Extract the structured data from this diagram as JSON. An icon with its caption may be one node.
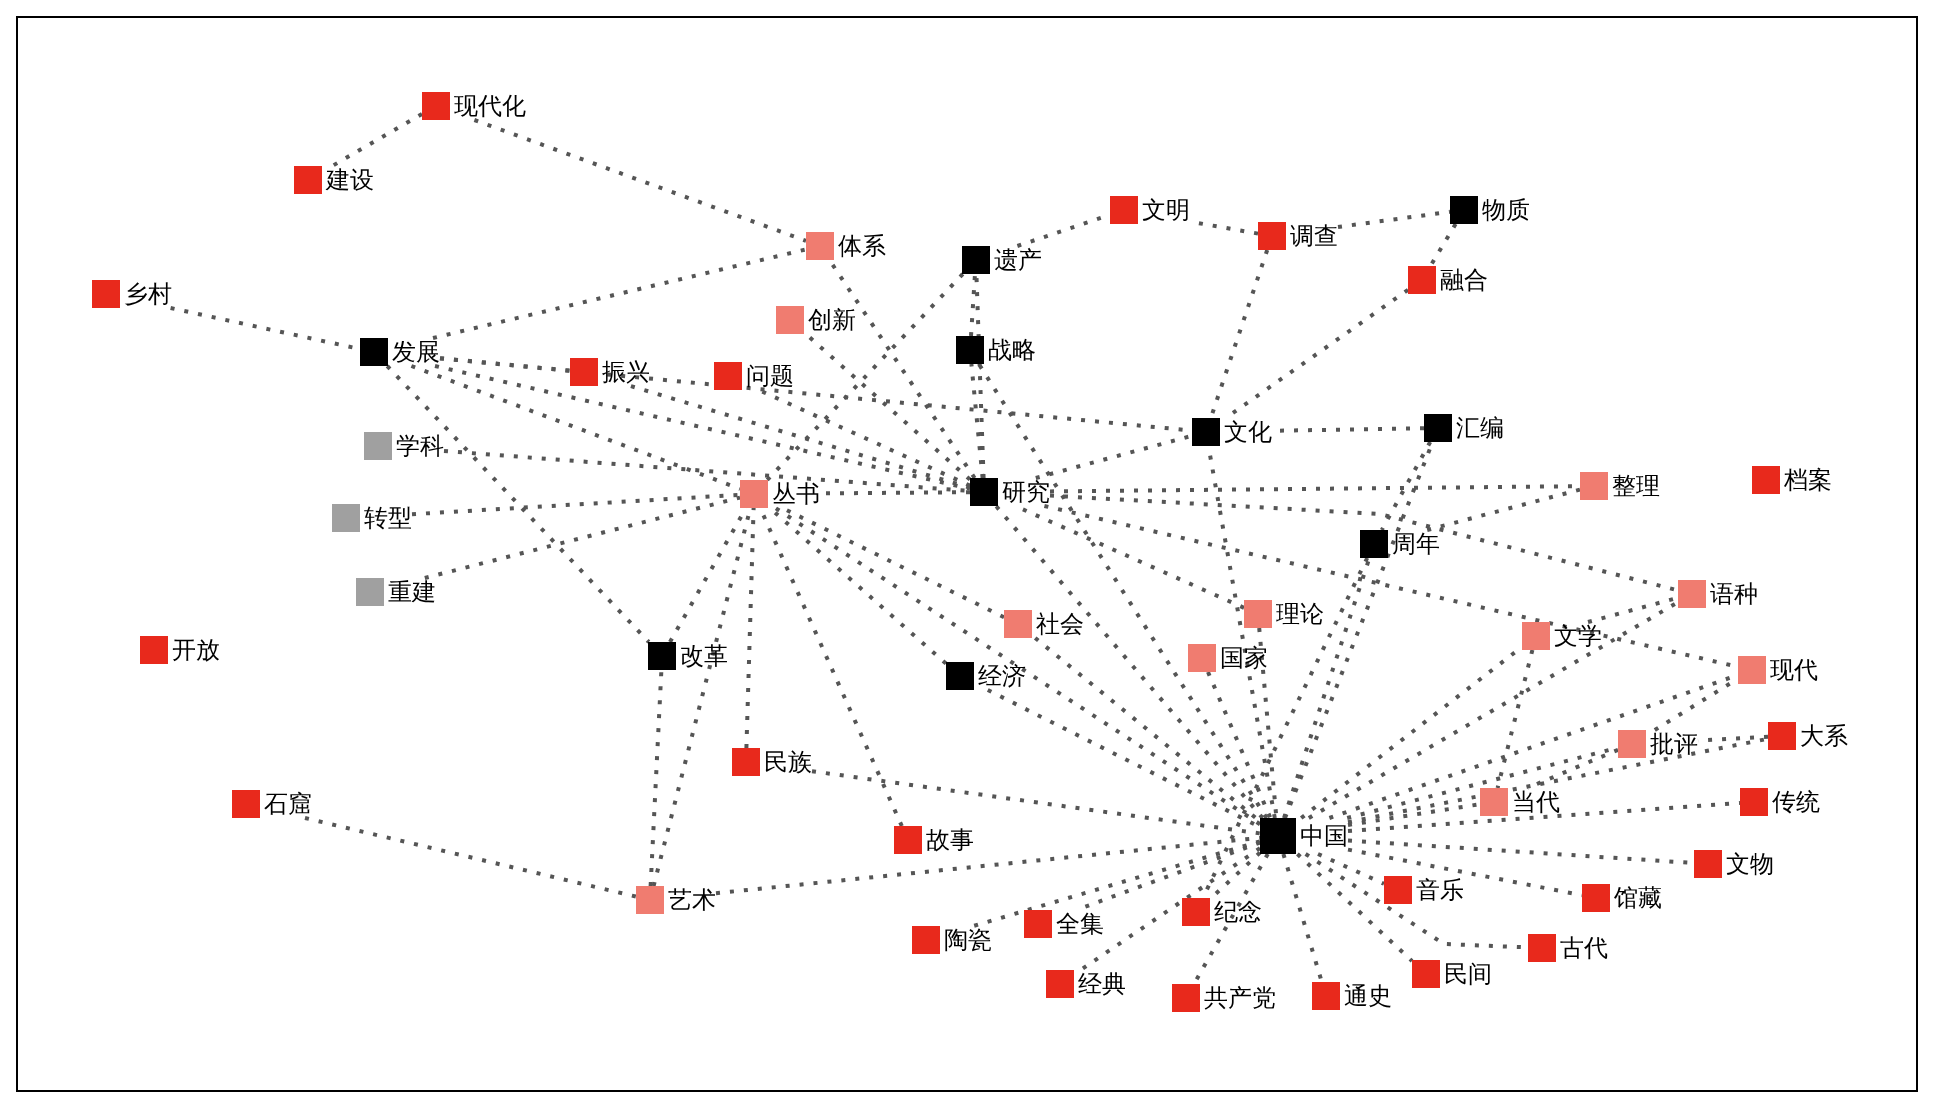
{
  "diagram": {
    "nodes": [
      {
        "text": [
          "现代化"
        ]
      },
      {
        "text": [
          "建设"
        ]
      },
      {
        "text": [
          "乡村"
        ]
      },
      {
        "text": [
          "发展"
        ]
      },
      {
        "text": [
          "体系"
        ]
      },
      {
        "text": [
          "遗产"
        ]
      },
      {
        "text": [
          "文明"
        ]
      },
      {
        "text": [
          "调查"
        ]
      },
      {
        "text": [
          "物质"
        ]
      },
      {
        "text": [
          "融合"
        ]
      },
      {
        "text": [
          "创新"
        ]
      },
      {
        "text": [
          "战略"
        ]
      },
      {
        "text": [
          "振兴"
        ]
      },
      {
        "text": [
          "问题"
        ]
      },
      {
        "text": [
          "学科"
        ]
      },
      {
        "text": [
          "文化"
        ]
      },
      {
        "text": [
          "汇编"
        ]
      },
      {
        "text": [
          "丛书"
        ]
      },
      {
        "text": [
          "研究"
        ]
      },
      {
        "text": [
          "整理"
        ]
      },
      {
        "text": [
          "档案"
        ]
      },
      {
        "text": [
          "转型"
        ]
      },
      {
        "text": [
          "周年"
        ]
      },
      {
        "text": [
          "重建"
        ]
      },
      {
        "text": [
          "语种"
        ]
      },
      {
        "text": [
          "开放"
        ]
      },
      {
        "text": [
          "改革"
        ]
      },
      {
        "text": [
          "社会"
        ]
      },
      {
        "text": [
          "理论"
        ]
      },
      {
        "text": [
          "国家"
        ]
      },
      {
        "text": [
          "文学"
        ]
      },
      {
        "text": [
          "经济"
        ]
      },
      {
        "text": [
          "现代"
        ]
      },
      {
        "text": [
          "民族"
        ]
      },
      {
        "text": [
          "批评"
        ]
      },
      {
        "text": [
          "大系"
        ]
      },
      {
        "text": [
          "石窟"
        ]
      },
      {
        "text": [
          "当代"
        ]
      },
      {
        "text": [
          "传统"
        ]
      },
      {
        "text": [
          "中国"
        ]
      },
      {
        "text": [
          "故事"
        ]
      },
      {
        "text": [
          "文物"
        ]
      },
      {
        "text": [
          "艺术"
        ]
      },
      {
        "text": [
          "音乐"
        ]
      },
      {
        "text": [
          "馆藏"
        ]
      },
      {
        "text": [
          "纪念"
        ]
      },
      {
        "text": [
          "全集"
        ]
      },
      {
        "text": [
          "陶瓷"
        ]
      },
      {
        "text": [
          "古代"
        ]
      },
      {
        "text": [
          "民间"
        ]
      },
      {
        "text": [
          "经典"
        ]
      },
      {
        "text": [
          "共产党"
        ]
      },
      {
        "text": [
          "通史"
        ]
      }
    ],
    "edges": [
      {
        "from": 0,
        "to": 1,
        "arrow": "none"
      },
      {
        "from": 0,
        "to": 4,
        "arrow": "none"
      },
      {
        "from": 2,
        "to": 3,
        "arrow": "none"
      },
      {
        "from": 3,
        "to": 4,
        "arrow": "none"
      },
      {
        "from": 3,
        "to": 17,
        "arrow": "none"
      },
      {
        "from": 3,
        "to": 18,
        "arrow": "none"
      },
      {
        "from": 3,
        "to": 15,
        "arrow": "none"
      },
      {
        "from": 3,
        "to": 26,
        "arrow": "none"
      },
      {
        "from": 3,
        "to": 12,
        "arrow": "none"
      },
      {
        "from": 14,
        "to": 18,
        "arrow": "none"
      },
      {
        "from": 21,
        "to": 17,
        "arrow": "none"
      },
      {
        "from": 23,
        "to": 17,
        "arrow": "none"
      },
      {
        "from": 36,
        "to": 42,
        "arrow": "none"
      },
      {
        "from": 42,
        "to": 26,
        "arrow": "none"
      },
      {
        "from": 42,
        "to": 39,
        "arrow": "none"
      },
      {
        "from": 42,
        "to": 17,
        "arrow": "none"
      },
      {
        "from": 33,
        "to": 17,
        "arrow": "none"
      },
      {
        "from": 33,
        "to": 39,
        "arrow": "none"
      },
      {
        "from": 40,
        "to": 17,
        "arrow": "none"
      },
      {
        "from": 26,
        "to": 17,
        "arrow": "none"
      },
      {
        "from": 31,
        "to": 17,
        "arrow": "none"
      },
      {
        "from": 31,
        "to": 39,
        "arrow": "none"
      },
      {
        "from": 27,
        "to": 17,
        "arrow": "none"
      },
      {
        "from": 27,
        "to": 39,
        "arrow": "none"
      },
      {
        "from": 29,
        "to": 39,
        "arrow": "none"
      },
      {
        "from": 28,
        "to": 39,
        "arrow": "none"
      },
      {
        "from": 28,
        "to": 18,
        "arrow": "none"
      },
      {
        "from": 39,
        "to": 18,
        "arrow": "none"
      },
      {
        "from": 39,
        "to": 17,
        "arrow": "none"
      },
      {
        "from": 39,
        "to": 15,
        "arrow": "none"
      },
      {
        "from": 39,
        "to": 22,
        "arrow": "none"
      },
      {
        "from": 39,
        "to": 16,
        "arrow": "none"
      },
      {
        "from": 39,
        "to": 30,
        "arrow": "none"
      },
      {
        "from": 39,
        "to": 37,
        "arrow": "none"
      },
      {
        "from": 39,
        "to": 34,
        "arrow": "none"
      },
      {
        "from": 39,
        "to": 32,
        "arrow": "none"
      },
      {
        "from": 39,
        "to": 38,
        "arrow": "none"
      },
      {
        "from": 39,
        "to": 41,
        "arrow": "none"
      },
      {
        "from": 39,
        "to": 43,
        "arrow": "none"
      },
      {
        "from": 39,
        "to": 44,
        "arrow": "none"
      },
      {
        "from": 39,
        "to": 48,
        "arrow": "none"
      },
      {
        "from": 39,
        "to": 49,
        "arrow": "none"
      },
      {
        "from": 39,
        "to": 52,
        "arrow": "none"
      },
      {
        "from": 39,
        "to": 51,
        "arrow": "none"
      },
      {
        "from": 39,
        "to": 45,
        "arrow": "none"
      },
      {
        "from": 39,
        "to": 46,
        "arrow": "none"
      },
      {
        "from": 39,
        "to": 47,
        "arrow": "none"
      },
      {
        "from": 39,
        "to": 50,
        "arrow": "none"
      },
      {
        "from": 39,
        "to": 35,
        "arrow": "none"
      },
      {
        "from": 39,
        "to": 24,
        "arrow": "none"
      },
      {
        "from": 39,
        "to": 11,
        "arrow": "none"
      },
      {
        "from": 18,
        "to": 5,
        "arrow": "none"
      },
      {
        "from": 18,
        "to": 11,
        "arrow": "none"
      },
      {
        "from": 18,
        "to": 15,
        "arrow": "none"
      },
      {
        "from": 18,
        "to": 17,
        "arrow": "none"
      },
      {
        "from": 18,
        "to": 10,
        "arrow": "none"
      },
      {
        "from": 18,
        "to": 13,
        "arrow": "none"
      },
      {
        "from": 18,
        "to": 4,
        "arrow": "none"
      },
      {
        "from": 18,
        "to": 12,
        "arrow": "none"
      },
      {
        "from": 18,
        "to": 24,
        "arrow": "none"
      },
      {
        "from": 18,
        "to": 32,
        "arrow": "none"
      },
      {
        "from": 18,
        "to": 19,
        "arrow": "none"
      },
      {
        "from": 11,
        "to": 5,
        "arrow": "none"
      },
      {
        "from": 5,
        "to": 6,
        "arrow": "none"
      },
      {
        "from": 5,
        "to": 17,
        "arrow": "none"
      },
      {
        "from": 7,
        "to": 15,
        "arrow": "none"
      },
      {
        "from": 7,
        "to": 6,
        "arrow": "none"
      },
      {
        "from": 7,
        "to": 8,
        "arrow": "none"
      },
      {
        "from": 8,
        "to": 9,
        "arrow": "none"
      },
      {
        "from": 9,
        "to": 15,
        "arrow": "none"
      },
      {
        "from": 16,
        "to": 22,
        "arrow": "none"
      },
      {
        "from": 16,
        "to": 15,
        "arrow": "none"
      },
      {
        "from": 22,
        "to": 19,
        "arrow": "none"
      },
      {
        "from": 22,
        "to": 45,
        "arrow": "none"
      },
      {
        "from": 30,
        "to": 37,
        "arrow": "none"
      },
      {
        "from": 30,
        "to": 24,
        "arrow": "none"
      },
      {
        "from": 34,
        "to": 37,
        "arrow": "none"
      },
      {
        "from": 34,
        "to": 32,
        "arrow": "none"
      },
      {
        "from": 35,
        "to": 34,
        "arrow": "none"
      }
    ]
  }
}
